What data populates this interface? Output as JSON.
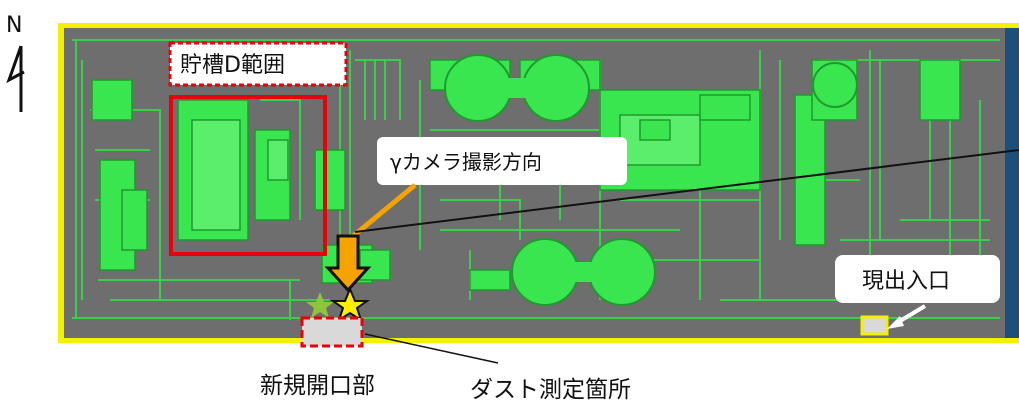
{
  "north": {
    "letter": "N"
  },
  "labels": {
    "tank_d": "貯槽D範囲",
    "gamma_camera": "γカメラ撮影方向",
    "current_entrance": "現出入口",
    "new_opening": "新規開口部",
    "dust_measurement": "ダスト測定箇所"
  },
  "colors": {
    "equipment_green": "#39e64f",
    "floor_gray": "#6e6e6e",
    "outline_yellow": "#f4f000",
    "highlight_red": "#e8000b",
    "arrow_orange": "#f5a300",
    "star_yellow": "#ffee00",
    "star_green": "#8fc43c"
  }
}
